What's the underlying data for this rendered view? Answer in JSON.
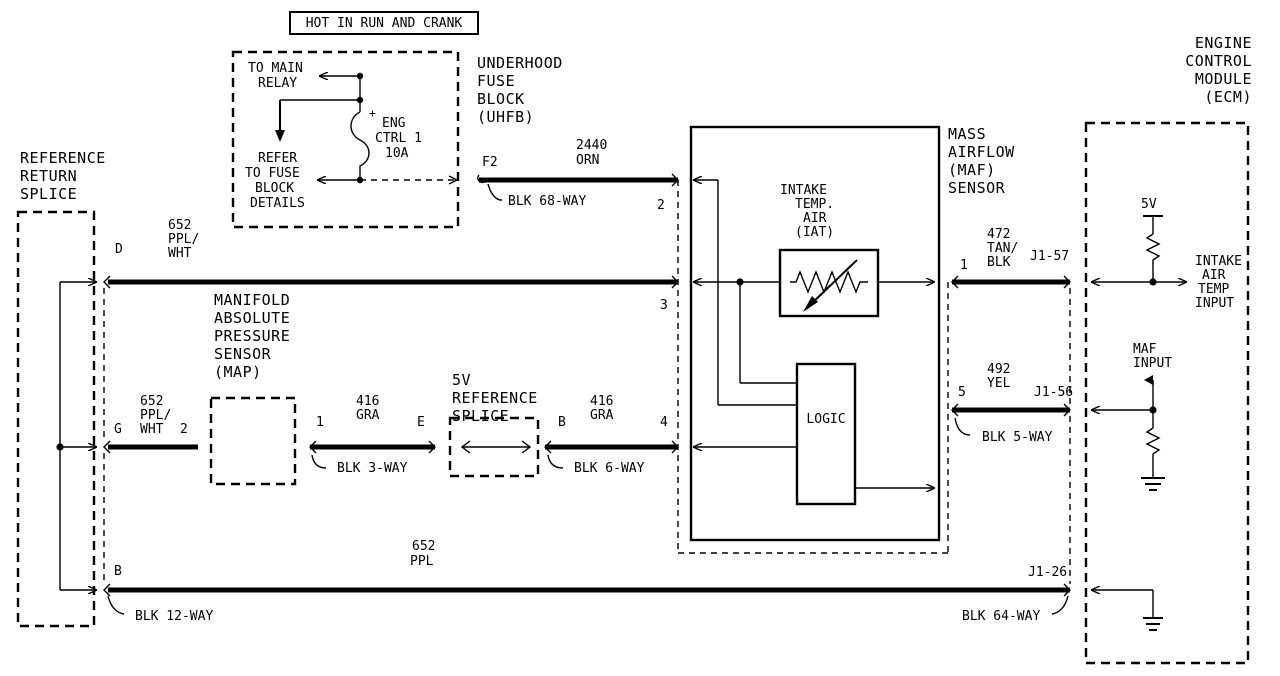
{
  "header": {
    "hot_label": "HOT IN RUN AND CRANK"
  },
  "fuse_block": {
    "title": [
      "UNDERHOOD",
      "FUSE",
      "BLOCK",
      "(UHFB)"
    ],
    "to_main_relay": [
      "TO MAIN",
      "RELAY"
    ],
    "fuse_name": [
      "ENG",
      "CTRL 1",
      "10A"
    ],
    "refer": [
      "REFER",
      "TO FUSE",
      "BLOCK",
      "DETAILS"
    ],
    "terminal": "F2"
  },
  "reference_splice": {
    "title": [
      "REFERENCE",
      "RETURN",
      "SPLICE"
    ]
  },
  "map_sensor": {
    "title": [
      "MANIFOLD",
      "ABSOLUTE",
      "PRESSURE",
      "SENSOR",
      "(MAP)"
    ]
  },
  "ref5v_splice": {
    "title": [
      "5V",
      "REFERENCE",
      "SPLICE"
    ]
  },
  "maf_sensor": {
    "title": [
      "MASS",
      "AIRFLOW",
      "(MAF)",
      "SENSOR"
    ],
    "iat_label": [
      "INTAKE",
      "TEMP.",
      "AIR",
      "(IAT)"
    ],
    "logic_label": "LOGIC"
  },
  "ecm": {
    "title": [
      "ENGINE",
      "CONTROL",
      "MODULE",
      "(ECM)"
    ],
    "v5_label": "5V",
    "iat_input": [
      "INTAKE",
      "AIR",
      "TEMP",
      "INPUT"
    ],
    "maf_input": [
      "MAF",
      "INPUT"
    ]
  },
  "wires": {
    "w2440": {
      "circuit": "2440",
      "color": "ORN"
    },
    "w652a": {
      "circuit": "652",
      "color": [
        "PPL/",
        "WHT"
      ]
    },
    "w652b": {
      "circuit": "652",
      "color": [
        "PPL/",
        "WHT"
      ]
    },
    "w652c": {
      "circuit": "652",
      "color": "PPL"
    },
    "w416a": {
      "circuit": "416",
      "color": "GRA"
    },
    "w416b": {
      "circuit": "416",
      "color": "GRA"
    },
    "w472": {
      "circuit": "472",
      "color": [
        "TAN/",
        "BLK"
      ]
    },
    "w492": {
      "circuit": "492",
      "color": "YEL"
    }
  },
  "pins": {
    "maf_2": "2",
    "maf_3": "3",
    "maf_4": "4",
    "ref_d": "D",
    "ref_g": "G",
    "ref_b": "B",
    "map_2": "2",
    "map_1": "1",
    "splice_e": "E",
    "splice_b": "B",
    "maf_1": "1",
    "maf_5": "5",
    "ecm_57": "J1-57",
    "ecm_56": "J1-56",
    "ecm_26": "J1-26"
  },
  "connectors": {
    "blk68": "BLK 68-WAY",
    "blk3": "BLK 3-WAY",
    "blk6": "BLK 6-WAY",
    "blk5": "BLK 5-WAY",
    "blk12": "BLK 12-WAY",
    "blk64": "BLK 64-WAY"
  }
}
